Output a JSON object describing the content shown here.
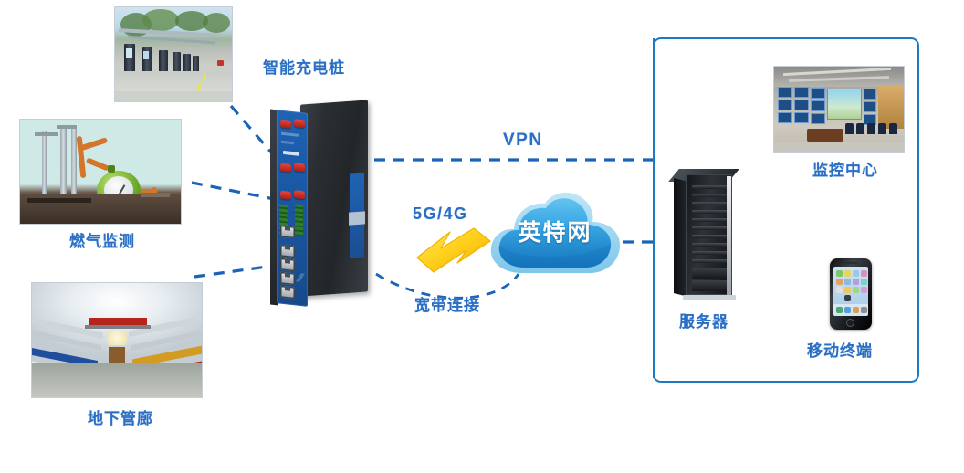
{
  "diagram": {
    "title": "IoT Industrial Router Network Topology",
    "accent_color": "#2a6fc4",
    "panel_border_color": "#1a7ac4",
    "dash_color": "#1a63b8",
    "cloud_color_top": "#4fb3e8",
    "cloud_color_bottom": "#1e7fc4",
    "bolt_color": "#ffd21e"
  },
  "left_nodes": [
    {
      "id": "charging",
      "label": "智能充电桩",
      "photo_alt": "row of electric vehicle charging piles along a road"
    },
    {
      "id": "gas",
      "label": "燃气监测",
      "photo_alt": "gas monitoring equipment with green pressure gauge"
    },
    {
      "id": "tunnel",
      "label": "地下管廊",
      "photo_alt": "underground utility pipe gallery corridor"
    }
  ],
  "center": {
    "device_name": "industrial-router",
    "device_alt": "blue and black DIN-rail industrial cellular router with six antenna connectors and five RJ45 ports"
  },
  "links": {
    "vpn_label": "VPN",
    "cellular_label": "5G/4G",
    "broadband_label": "宽带连接"
  },
  "cloud": {
    "label": "英特网"
  },
  "right_panel": {
    "nodes": [
      {
        "id": "monitor-center",
        "label": "监控中心",
        "photo_alt": "network operations monitoring center with video wall"
      },
      {
        "id": "server",
        "label": "服务器",
        "photo_alt": "black server rack cabinet"
      },
      {
        "id": "mobile",
        "label": "移动终端",
        "photo_alt": "black smartphone showing app icons"
      }
    ]
  }
}
